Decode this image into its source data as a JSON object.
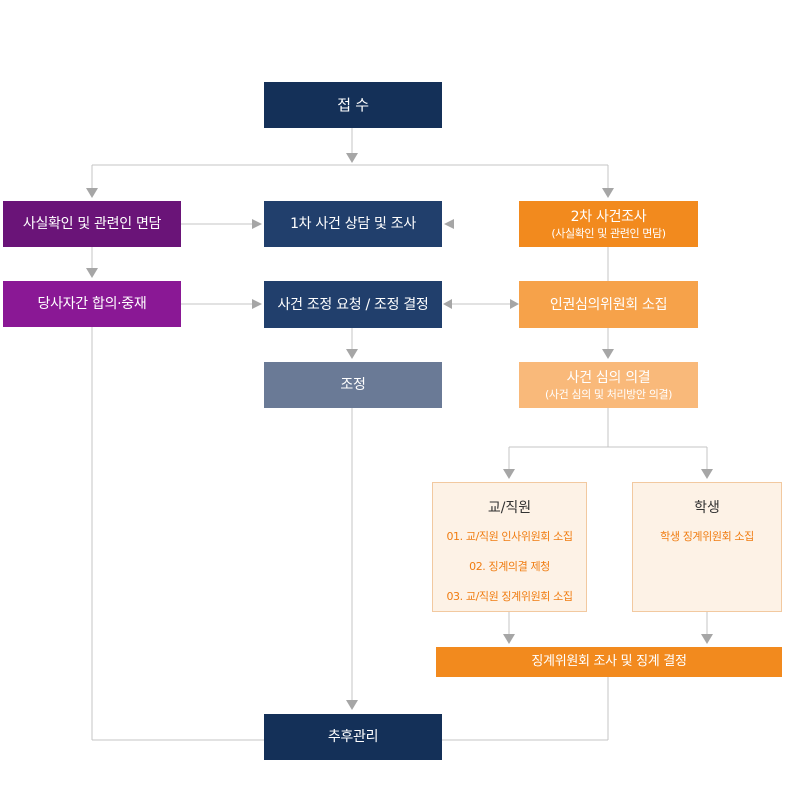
{
  "nodes": {
    "receipt": {
      "label": "접 수"
    },
    "fact_check": {
      "label": "사실확인 및 관련인 면담"
    },
    "first_investigation": {
      "label": "1차 사건 상담 및 조사"
    },
    "second_investigation": {
      "label": "2차 사건조사",
      "sub": "(사실확인 및 관련인 면담)"
    },
    "mediation": {
      "label": "당사자간 합의·중재"
    },
    "adjustment_request": {
      "label": "사건 조정 요청 / 조정 결정"
    },
    "human_rights_committee": {
      "label": "인권심의위원회 소집"
    },
    "adjustment": {
      "label": "조정"
    },
    "case_resolution": {
      "label": "사건 심의 의결",
      "sub": "(사건 심의 및 처리방안 의결)"
    },
    "staff": {
      "label": "교/직원",
      "items": [
        "01. 교/직원 인사위원회 소집",
        "02. 징계의결 제청",
        "03. 교/직원 징계위원회 소집"
      ]
    },
    "student": {
      "label": "학생",
      "items": [
        "학생 징계위원회 소집"
      ]
    },
    "disciplinary_committee": {
      "label": "징계위원회 조사 및 징계 결정"
    },
    "follow_up": {
      "label": "추후관리"
    }
  },
  "colors": {
    "navy": "#143058",
    "mid_navy": "#213f6c",
    "slate": "#6a7a96",
    "purple_dark": "#6a1478",
    "purple": "#8a1895",
    "orange": "#f28a1e",
    "orange_light": "#f6a24a",
    "orange_pale": "#f9b97a",
    "cream": "#fdf2e6",
    "connector": "#c0c0c0",
    "arrow": "#a6a6a6"
  }
}
